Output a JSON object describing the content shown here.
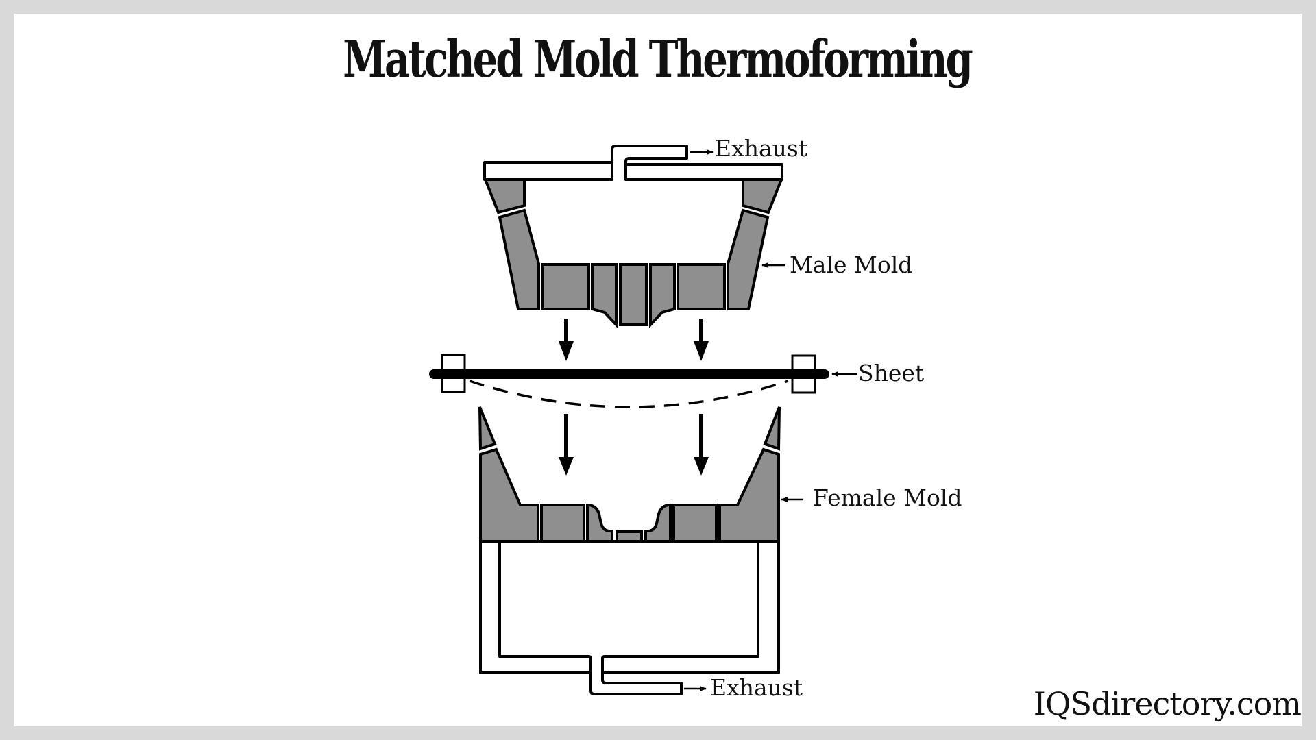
{
  "diagram": {
    "title": "Matched Mold Thermoforming",
    "labels": {
      "exhaust_top": "Exhaust",
      "male_mold": "Male Mold",
      "sheet": "Sheet",
      "female_mold": "Female Mold",
      "exhaust_bottom": "Exhaust"
    },
    "watermark": "IQSdirectory.com",
    "colors": {
      "mold_fill": "#8f8f8f",
      "outline": "#000000",
      "background": "#ffffff",
      "frame": "#d9d9d9"
    },
    "arrow_glyphs": {
      "right": "→",
      "left": "←"
    }
  }
}
